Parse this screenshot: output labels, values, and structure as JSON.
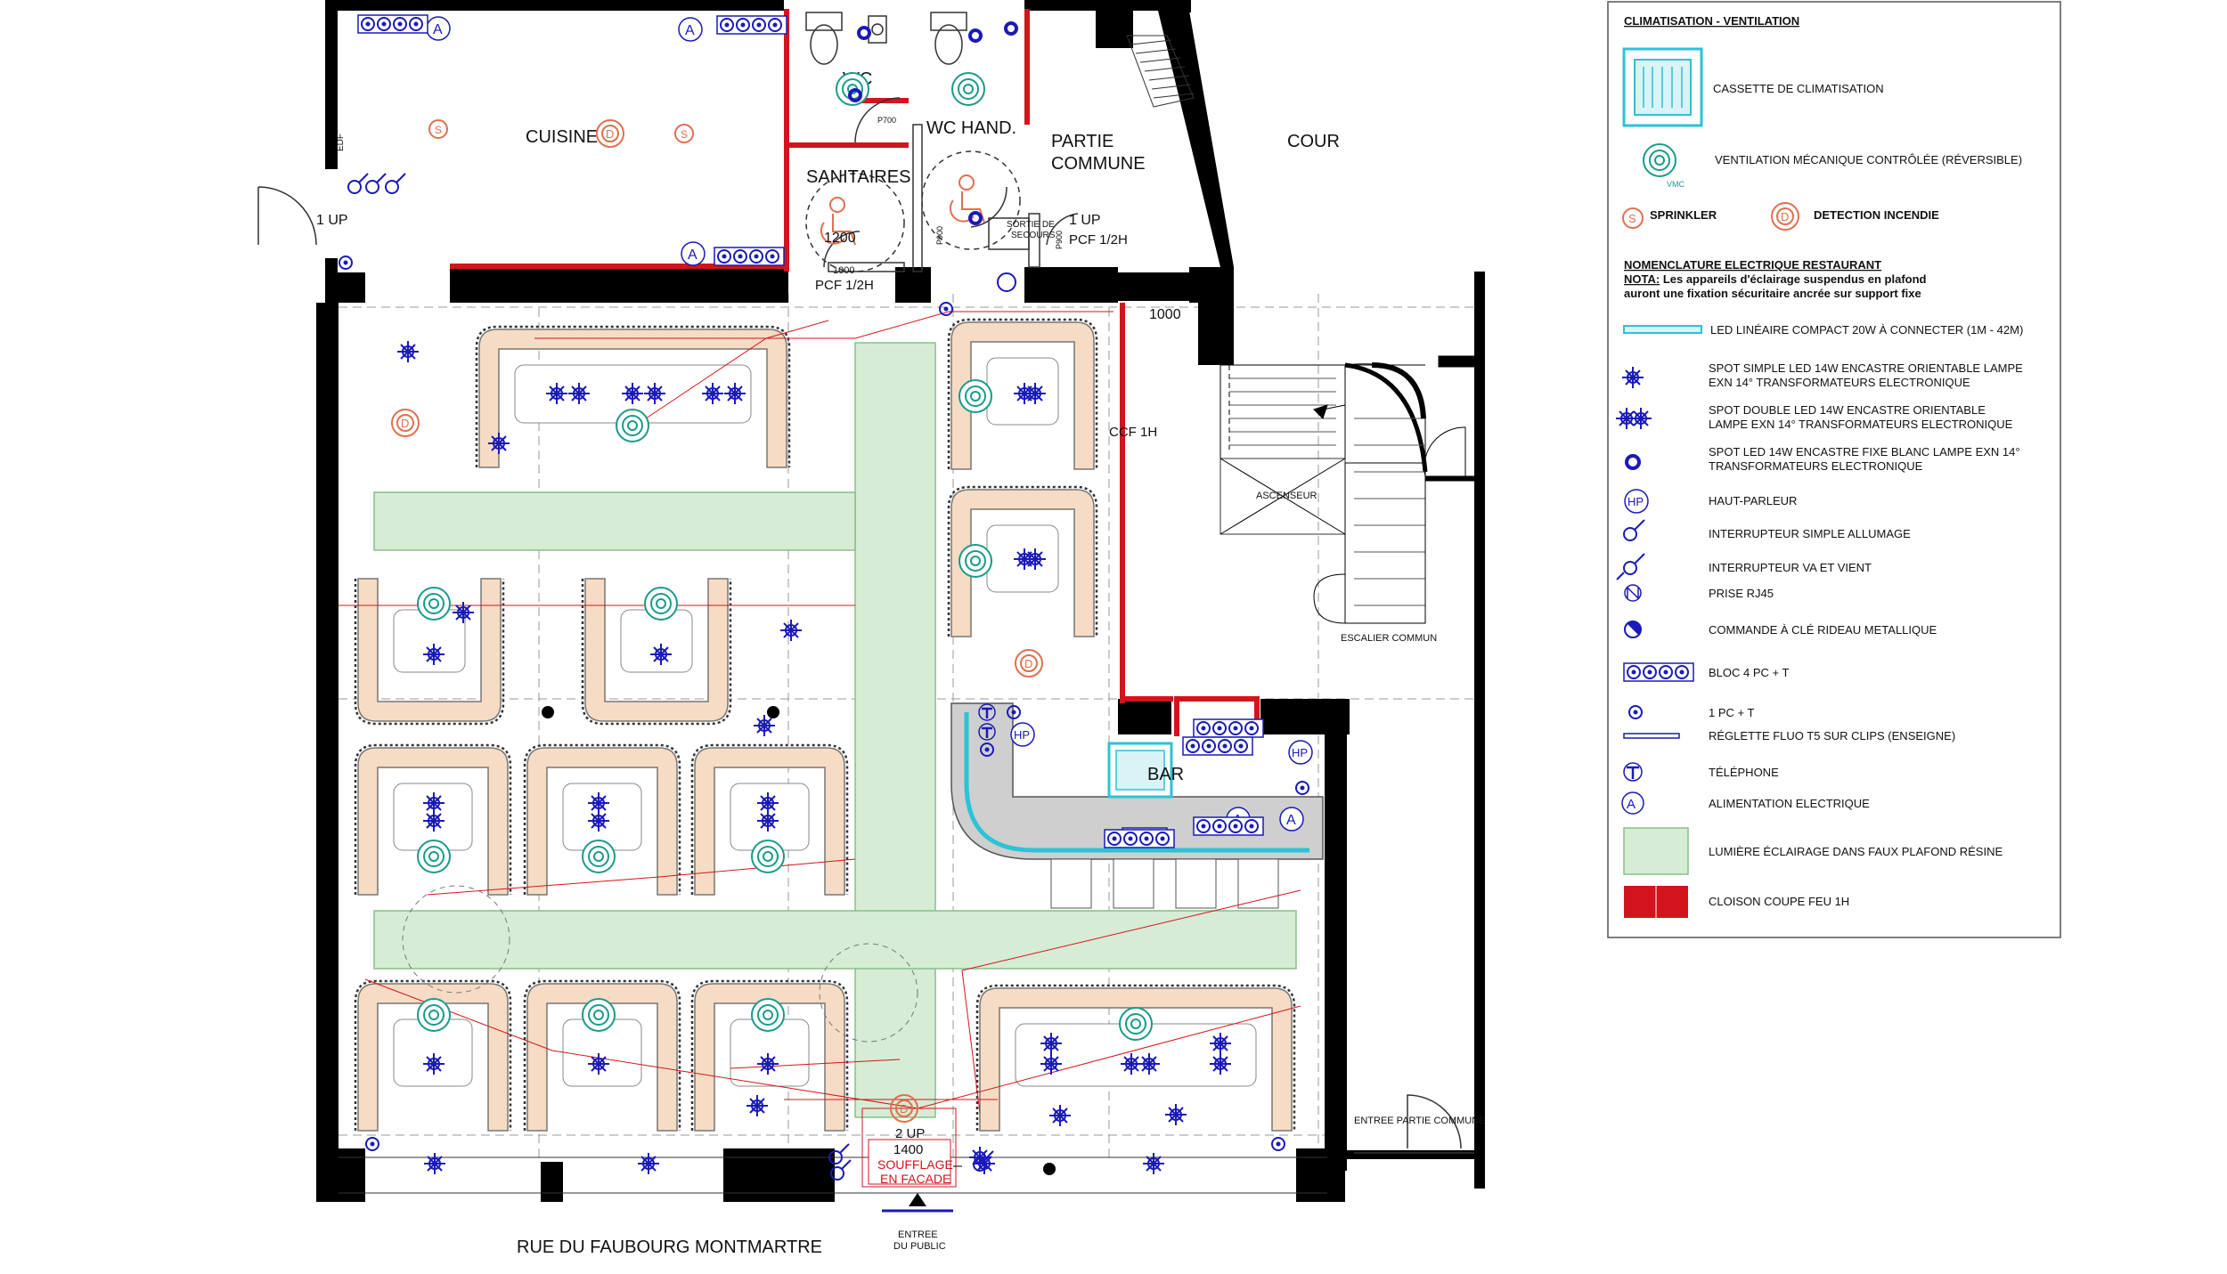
{
  "plan": {
    "rooms": {
      "cuisine": "CUISINE",
      "wc": "WC",
      "wc_hand": "WC HAND.",
      "sanitaires": "SANITAIRES",
      "partie_commune_1": "PARTIE",
      "partie_commune_2": "COMMUNE",
      "cour": "COUR",
      "bar": "BAR",
      "ascenseur": "ASCENSEUR",
      "escalier": "ESCALIER COMMUN",
      "entree_partie_commune": "ENTREE PARTIE COMMUNE"
    },
    "street": "RUE DU FAUBOURG MONTMARTRE",
    "entry_public_1": "ENTREE",
    "entry_public_2": "DU PUBLIC",
    "door_left": "1 UP",
    "door_wc_width": "1200",
    "door_sanit_width": "1000",
    "door_sanit_pcf": "PCF 1/2H",
    "door_p700": "P700",
    "door_p900_a": "P900",
    "door_p900_b": "P900",
    "sortie_1": "SORTIE DE",
    "sortie_2": "SECOURS",
    "door_commune_up": "1 UP",
    "door_commune_pcf": "PCF 1/2H",
    "dim_1000": "1000",
    "ccf": "CCF 1H",
    "edf": "EDF",
    "front_up": "2 UP",
    "front_width": "1400",
    "soufflage_1": "SOUFFLAGE",
    "soufflage_2": "EN FACADE"
  },
  "symbols": {
    "A": "A",
    "HP": "HP",
    "D": "D",
    "S": "S",
    "vmc": "VMC"
  },
  "legend": {
    "section_clim": "CLIMATISATION - VENTILATION",
    "cassette": "CASSETTE DE CLIMATISATION",
    "vmc": "VENTILATION MÉCANIQUE CONTRÔLÉE (RÉVERSIBLE)",
    "sprinkler": "SPRINKLER",
    "detection": "DETECTION INCENDIE",
    "section_elec": "NOMENCLATURE ELECTRIQUE RESTAURANT",
    "nota_label": "NOTA:",
    "nota_1": " Les appareils d'éclairage suspendus en plafond",
    "nota_2": "auront une fixation sécuritaire ancrée sur support fixe",
    "led": "LED LINÉAIRE COMPACT 20W À CONNECTER (1M - 42M)",
    "spot_simple_1": "SPOT SIMPLE LED 14W ENCASTRE ORIENTABLE LAMPE",
    "spot_simple_2": "EXN 14° TRANSFORMATEURS ELECTRONIQUE",
    "spot_double_1": "SPOT DOUBLE LED 14W ENCASTRE ORIENTABLE",
    "spot_double_2": "LAMPE EXN 14° TRANSFORMATEURS ELECTRONIQUE",
    "spot_fixe_1": "SPOT LED 14W ENCASTRE FIXE BLANC LAMPE EXN 14°",
    "spot_fixe_2": "TRANSFORMATEURS ELECTRONIQUE",
    "hp": "HAUT-PARLEUR",
    "inter_simple": "INTERRUPTEUR SIMPLE ALLUMAGE",
    "inter_va": "INTERRUPTEUR VA ET VIENT",
    "rj45": "PRISE RJ45",
    "commande": "COMMANDE À CLÉ RIDEAU METALLIQUE",
    "bloc": "BLOC 4 PC + T",
    "pc": "1 PC + T",
    "reglette": "RÉGLETTE FLUO T5 SUR CLIPS (ENSEIGNE)",
    "telephone": "TÉLÉPHONE",
    "alimentation": "ALIMENTATION ELECTRIQUE",
    "lumiere": "LUMIÈRE ÉCLAIRAGE DANS FAUX PLAFOND RÉSINE",
    "cloison": "CLOISON COUPE FEU 1H"
  },
  "colors": {
    "wall": "#000000",
    "firewall": "#d4141c",
    "cyan": "#2bc3d6",
    "blue": "#1a1ab8",
    "sprinkler": "#e07050",
    "green": "#d6ecd4",
    "green_stroke": "#86c08a",
    "booth": "#f6dcc4",
    "vmc": "#1a9b8a",
    "bar": "#cfcfcf"
  }
}
